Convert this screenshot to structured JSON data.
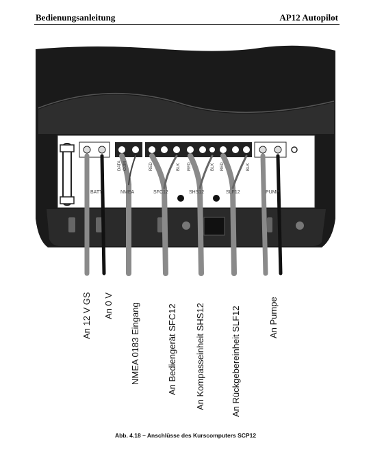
{
  "header": {
    "left": "Bedienungsanleitung",
    "right": "AP12 Autopilot"
  },
  "figure": {
    "terminal_labels": {
      "batt": "BATT",
      "nmea": "NMEA",
      "sfc": "SFC12",
      "shs": "SHS12",
      "slf": "SLF12",
      "pump": "PUMP"
    },
    "wire_labels": {
      "data": "DATA",
      "com": "COM",
      "red": "RED",
      "blk": "BLK"
    },
    "connection_labels": [
      "An 12 V GS",
      "An 0 V",
      "NMEA 0183 Eingang",
      "An Bediengerät SFC12",
      "An Kompasseinheit SHS12",
      "An Rückgebereinheit SLF12",
      "An Pumpe"
    ]
  },
  "caption": "Abb. 4.18 – Anschlüsse des Kurscomputers SCP12"
}
